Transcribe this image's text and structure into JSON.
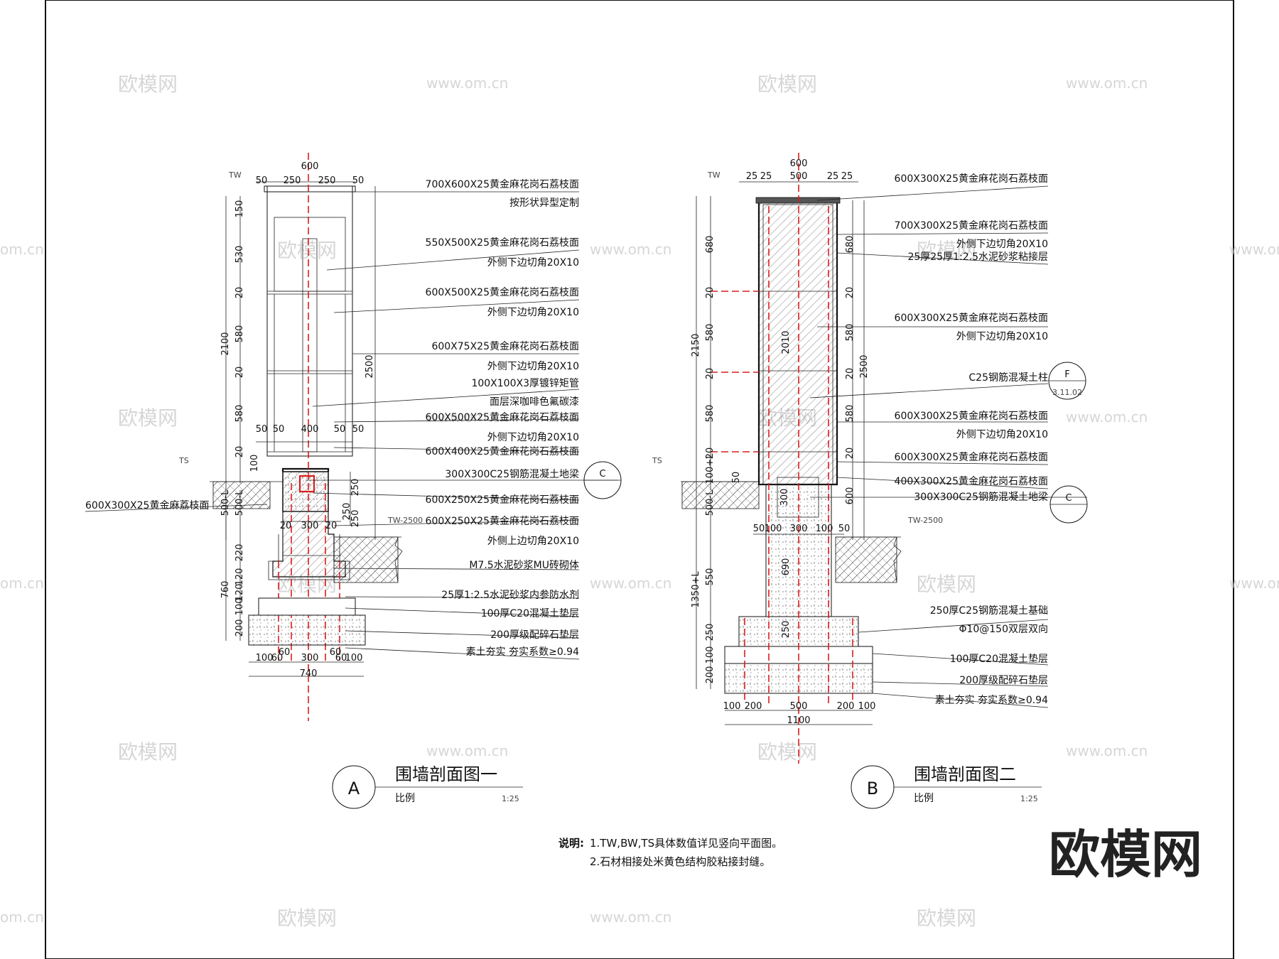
{
  "section_a": {
    "marker": "A",
    "title": "围墙剖面图一",
    "scale_label": "比例",
    "scale": "1:25",
    "labels": [
      "700X600X25黄金麻花岗石荔枝面",
      "按形状异型定制",
      "550X500X25黄金麻花岗石荔枝面",
      "外侧下边切角20X10",
      "600X500X25黄金麻花岗石荔枝面",
      "外侧下边切角20X10",
      "600X75X25黄金麻花岗石荔枝面",
      "外侧下边切角20X10",
      "100X100X3厚镀锌矩管",
      "面层深咖啡色氟碳漆",
      "600X500X25黄金麻花岗石荔枝面",
      "外侧下边切角20X10",
      "600X400X25黄金麻花岗石荔枝面",
      "300X300C25钢筋混凝土地梁",
      "600X250X25黄金麻花岗石荔枝面",
      "600X250X25黄金麻花岗石荔枝面",
      "外侧上边切角20X10",
      "M7.5水泥砂浆MU砖砌体",
      "25厚1:2.5水泥砂浆内参防水剂",
      "100厚C20混凝土垫层",
      "200厚级配碎石垫层",
      "素土夯实  夯实系数≥0.94"
    ],
    "left_label": "600X300X25黄金麻荔枝面",
    "tags": {
      "tw": "TW",
      "ts": "TS",
      "tw2500": "TW-2500",
      "callout": "C"
    },
    "dims_top": {
      "total": "600",
      "a": "50",
      "b": "250",
      "c": "250",
      "d": "50"
    },
    "dims_left": [
      "150",
      "530",
      "20",
      "580",
      "20",
      "580",
      "20",
      "100"
    ],
    "dims_left2": [
      "500-L",
      "500-L",
      "220",
      "120",
      "120",
      "100",
      "200"
    ],
    "dim_total": "2100",
    "dim_right": "2500",
    "dim_760": "760",
    "dims_mid": [
      "50",
      "50",
      "400",
      "50",
      "50"
    ],
    "dims_inner": [
      "250",
      "250",
      "20",
      "300",
      "20",
      "250"
    ],
    "dims_bottom": [
      "100",
      "60",
      "60",
      "300",
      "60",
      "60",
      "100"
    ],
    "dim_bottom_total": "740"
  },
  "section_b": {
    "marker": "B",
    "title": "围墙剖面图二",
    "scale_label": "比例",
    "scale": "1:25",
    "labels": [
      "600X300X25黄金麻花岗石荔枝面",
      "700X300X25黄金麻花岗石荔枝面",
      "外侧下边切角20X10",
      "25厚25厚1:2.5水泥砂浆粘接层",
      "600X300X25黄金麻花岗石荔枝面",
      "外侧下边切角20X10",
      "C25钢筋混凝土柱",
      "600X300X25黄金麻花岗石荔枝面",
      "外侧下边切角20X10",
      "600X300X25黄金麻花岗石荔枝面",
      "400X300X25黄金麻花岗石荔枝面",
      "300X300C25钢筋混凝土地梁",
      "250厚C25钢筋混凝土基础",
      "Φ10@150双层双向",
      "100厚C20混凝土垫层",
      "200厚级配碎石垫层",
      "素土夯实  夯实系数≥0.94"
    ],
    "tags": {
      "tw": "TW",
      "ts": "TS",
      "tw2500": "TW-2500",
      "callout_f": "F",
      "callout_f_ref": "3.11.02",
      "callout_c": "C"
    },
    "dims_top": {
      "total": "600",
      "a": "25",
      "b": "25",
      "c": "500",
      "d": "25",
      "e": "25"
    },
    "dims_left": [
      "680",
      "20",
      "580",
      "20",
      "580",
      "20",
      "100+L"
    ],
    "dims_left2": [
      "500-L",
      "550",
      "250",
      "100",
      "200"
    ],
    "dim_total": "2150",
    "dim_1350": "1350+L",
    "dim_right": "2500",
    "dims_inner": [
      "680",
      "20",
      "580",
      "20",
      "580",
      "20",
      "600"
    ],
    "dim_2010": "2010",
    "dim_690": "690",
    "dim_250": "250",
    "dim_300": "300",
    "dim_50": "50",
    "dims_mid": [
      "50",
      "100",
      "300",
      "100",
      "50"
    ],
    "dims_bottom": [
      "100",
      "200",
      "500",
      "200",
      "100"
    ],
    "dim_bottom_total": "1100"
  },
  "notes": {
    "prefix": "说明:",
    "line1": "1.TW,BW,TS具体数值详见竖向平面图。",
    "line2": "2.石材相接处米黄色结构胶粘接封缝。"
  },
  "watermarks": {
    "brand": "欧模网",
    "url": "www.om.cn",
    "url_cut": "om.cn"
  },
  "logo": "欧模网"
}
